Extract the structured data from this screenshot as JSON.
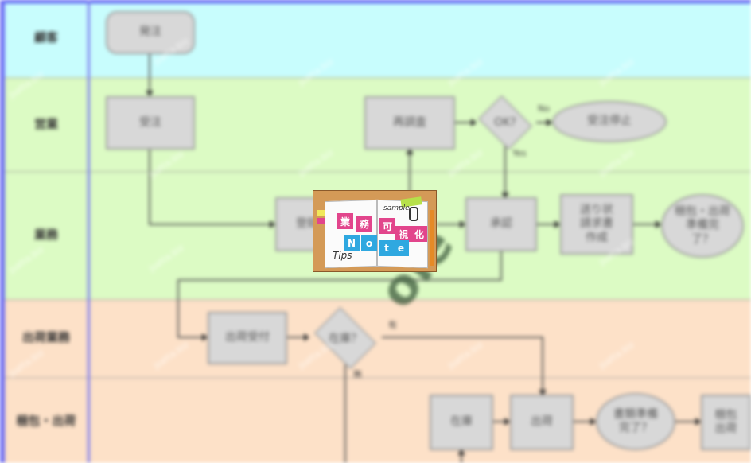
{
  "lanes": [
    "顧客",
    "営業",
    "業務",
    "出荷業務",
    "梱包・出荷"
  ],
  "nodes": {
    "order": "発注",
    "receive": "受注",
    "reinvestigate": "再調査",
    "ok": "OK?",
    "stop": "受注停止",
    "entry": "登録",
    "approve": "承認",
    "invoice": "送り状\n請求書\n作成",
    "ready": "梱包・出荷\n準備完\n了？",
    "ship_accept": "出荷受付",
    "stock": "在庫？",
    "warehouse": "在庫",
    "ship": "出荷",
    "done": "書類準備\n完了？",
    "pack": "梱包\n出荷"
  },
  "edge_labels": {
    "no": "No",
    "yes": "Yes",
    "ari": "有",
    "nashi": "無"
  },
  "watermark": "jsatta.biz",
  "big_watermark": "ole",
  "logo": {
    "title_chars": [
      "業",
      "務",
      "可",
      "視",
      "化"
    ],
    "note_chars": [
      "N",
      "o",
      "t",
      "e"
    ],
    "sample": "sample",
    "tips": "Tips"
  }
}
